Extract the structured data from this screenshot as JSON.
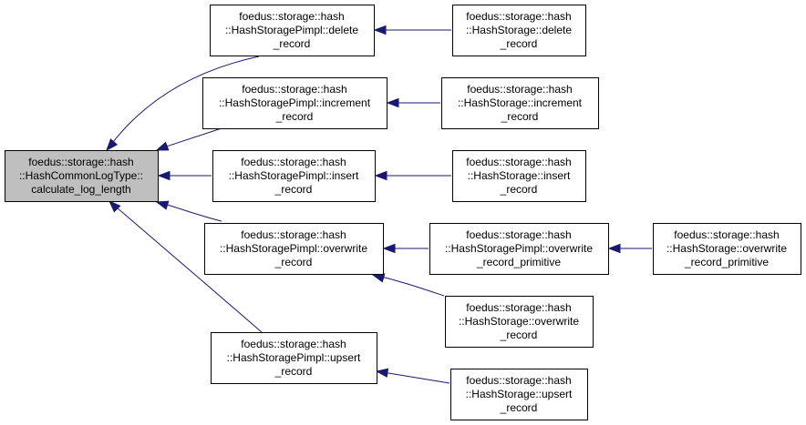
{
  "diagram": {
    "nodes": [
      {
        "id": "root",
        "lines": [
          "foedus::storage::hash",
          "::HashCommonLogType::",
          "calculate_log_length"
        ],
        "highlighted": true
      },
      {
        "id": "impl-delete",
        "lines": [
          "foedus::storage::hash",
          "::HashStoragePimpl::delete",
          "_record"
        ]
      },
      {
        "id": "impl-increment",
        "lines": [
          "foedus::storage::hash",
          "::HashStoragePimpl::increment",
          "_record"
        ]
      },
      {
        "id": "impl-insert",
        "lines": [
          "foedus::storage::hash",
          "::HashStoragePimpl::insert",
          "_record"
        ]
      },
      {
        "id": "impl-overwrite",
        "lines": [
          "foedus::storage::hash",
          "::HashStoragePimpl::overwrite",
          "_record"
        ]
      },
      {
        "id": "impl-upsert",
        "lines": [
          "foedus::storage::hash",
          "::HashStoragePimpl::upsert",
          "_record"
        ]
      },
      {
        "id": "hs-delete",
        "lines": [
          "foedus::storage::hash",
          "::HashStorage::delete",
          "_record"
        ]
      },
      {
        "id": "hs-increment",
        "lines": [
          "foedus::storage::hash",
          "::HashStorage::increment",
          "_record"
        ]
      },
      {
        "id": "hs-insert",
        "lines": [
          "foedus::storage::hash",
          "::HashStorage::insert",
          "_record"
        ]
      },
      {
        "id": "impl-overwrite-prim",
        "lines": [
          "foedus::storage::hash",
          "::HashStoragePimpl::overwrite",
          "_record_primitive"
        ]
      },
      {
        "id": "hs-overwrite-prim",
        "lines": [
          "foedus::storage::hash",
          "::HashStorage::overwrite",
          "_record_primitive"
        ]
      },
      {
        "id": "hs-overwrite",
        "lines": [
          "foedus::storage::hash",
          "::HashStorage::overwrite",
          "_record"
        ]
      },
      {
        "id": "hs-upsert",
        "lines": [
          "foedus::storage::hash",
          "::HashStorage::upsert",
          "_record"
        ]
      }
    ],
    "edges": [
      {
        "from": "impl-delete",
        "to": "root"
      },
      {
        "from": "impl-increment",
        "to": "root"
      },
      {
        "from": "impl-insert",
        "to": "root"
      },
      {
        "from": "impl-overwrite",
        "to": "root"
      },
      {
        "from": "impl-upsert",
        "to": "root"
      },
      {
        "from": "hs-delete",
        "to": "impl-delete"
      },
      {
        "from": "hs-increment",
        "to": "impl-increment"
      },
      {
        "from": "hs-insert",
        "to": "impl-insert"
      },
      {
        "from": "impl-overwrite-prim",
        "to": "impl-overwrite"
      },
      {
        "from": "hs-overwrite-prim",
        "to": "impl-overwrite-prim"
      },
      {
        "from": "hs-overwrite",
        "to": "impl-overwrite"
      },
      {
        "from": "hs-upsert",
        "to": "impl-upsert"
      }
    ],
    "colors": {
      "edge": "#191970",
      "root_fill": "#bfbfbf",
      "node_fill": "#ffffff",
      "node_border": "#000000"
    }
  }
}
